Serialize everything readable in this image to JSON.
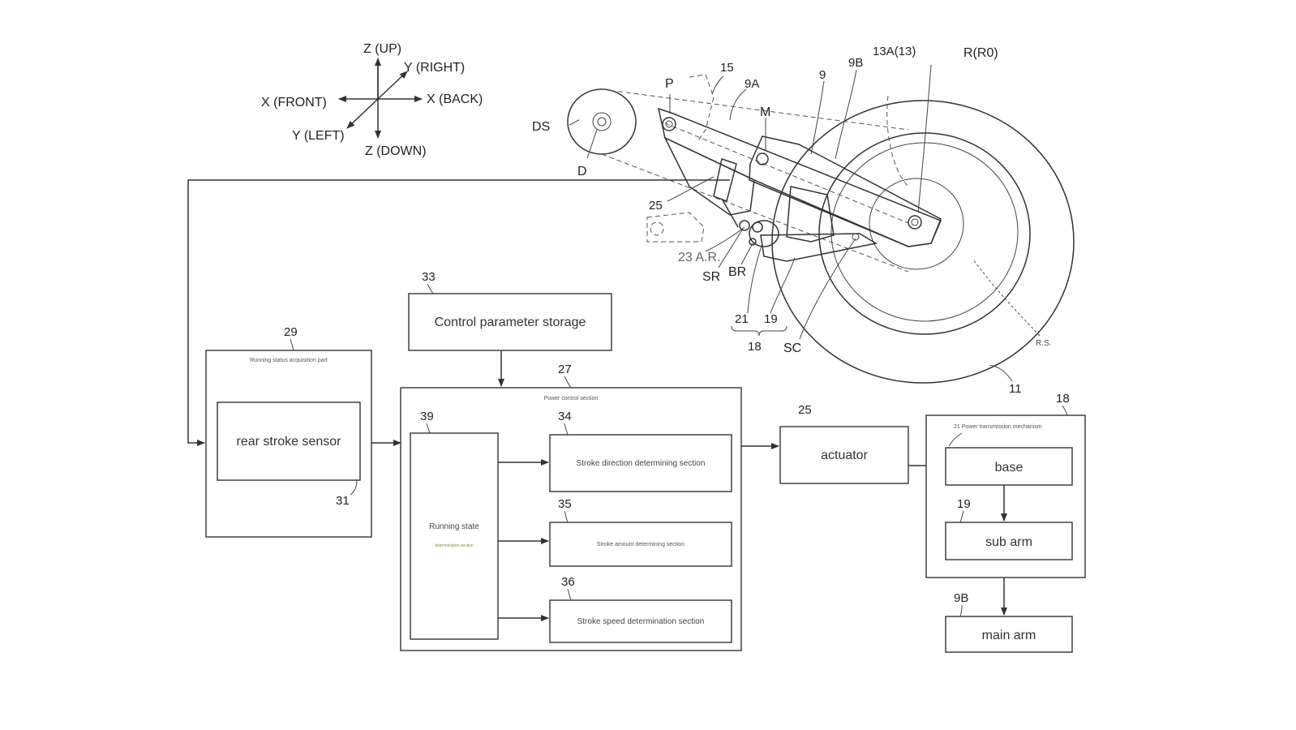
{
  "axes": {
    "z_up": "Z (UP)",
    "y_right": "Y (RIGHT)",
    "x_front": "X (FRONT)",
    "x_back": "X (BACK)",
    "y_left": "Y (LEFT)",
    "z_down": "Z (DOWN)"
  },
  "mechanism_labels": {
    "p": "P",
    "n15": "15",
    "n9a": "9A",
    "m": "M",
    "n9": "9",
    "n9b": "9B",
    "n13a": "13A(13)",
    "r": "R(R0)",
    "ds": "DS",
    "d": "D",
    "n25": "25",
    "ar": "23 A.R.",
    "sr": "SR",
    "br": "BR",
    "n21": "21",
    "n19": "19",
    "n18": "18",
    "sc": "SC",
    "rs": "R.S.",
    "n11": "11"
  },
  "blocks": {
    "storage": {
      "num": "33",
      "label": "Control parameter storage"
    },
    "acquisition": {
      "num": "29",
      "label": "Running status acquisition part"
    },
    "sensor": {
      "num": "31",
      "label": "rear stroke sensor"
    },
    "power": {
      "num": "27",
      "label": "Power control section"
    },
    "running": {
      "num": "39",
      "label": "Running state",
      "sublabel": "determination section"
    },
    "direction": {
      "num": "34",
      "label": "Stroke direction determining section"
    },
    "amount": {
      "num": "35",
      "label": "Stroke amount determining section"
    },
    "speed": {
      "num": "36",
      "label": "Stroke speed determination section"
    },
    "actuator": {
      "num": "25",
      "label": "actuator"
    },
    "transmission": {
      "num": "18",
      "label": "21 Power transmission mechanism"
    },
    "base": {
      "label": "base"
    },
    "subarm": {
      "num": "19",
      "label": "sub arm"
    },
    "mainarm": {
      "num": "9B",
      "label": "main arm"
    }
  }
}
